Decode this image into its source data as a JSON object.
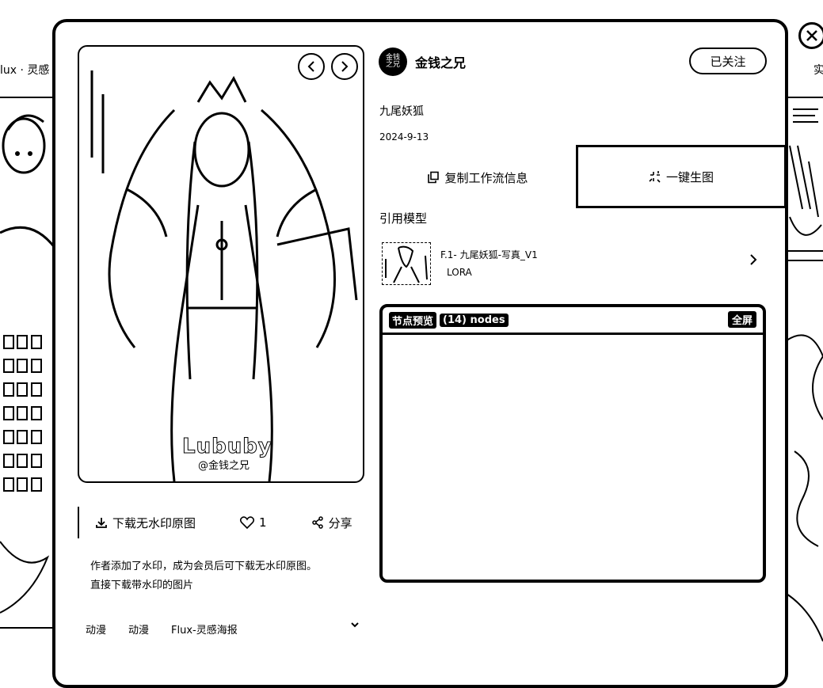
{
  "background": {
    "left_label": "lux · 灵感",
    "right_label": "实"
  },
  "image": {
    "watermark_main": "Lububy",
    "watermark_sub": "@金钱之兄"
  },
  "author": {
    "avatar_text": "金钱之兄",
    "name": "金钱之兄",
    "follow_label": "已关注"
  },
  "work": {
    "title": "九尾妖狐",
    "date": "2024-9-13"
  },
  "actions": {
    "copy_workflow": "复制工作流信息",
    "generate": "一键生图",
    "download": "下载无水印原图",
    "likes": "1",
    "share": "分享"
  },
  "models": {
    "section_title": "引用模型",
    "items": [
      {
        "name": "F.1- 九尾妖狐-写真_V1",
        "type": "LORA"
      }
    ]
  },
  "node_preview": {
    "label": "节点预览",
    "count": "(14) nodes",
    "fullscreen": "全屏"
  },
  "notice": {
    "line1": "作者添加了水印，成为会员后可下载无水印原图。",
    "line2": "直接下载带水印的图片"
  },
  "tags": [
    "动漫",
    "动漫",
    "Flux-灵感海报"
  ]
}
